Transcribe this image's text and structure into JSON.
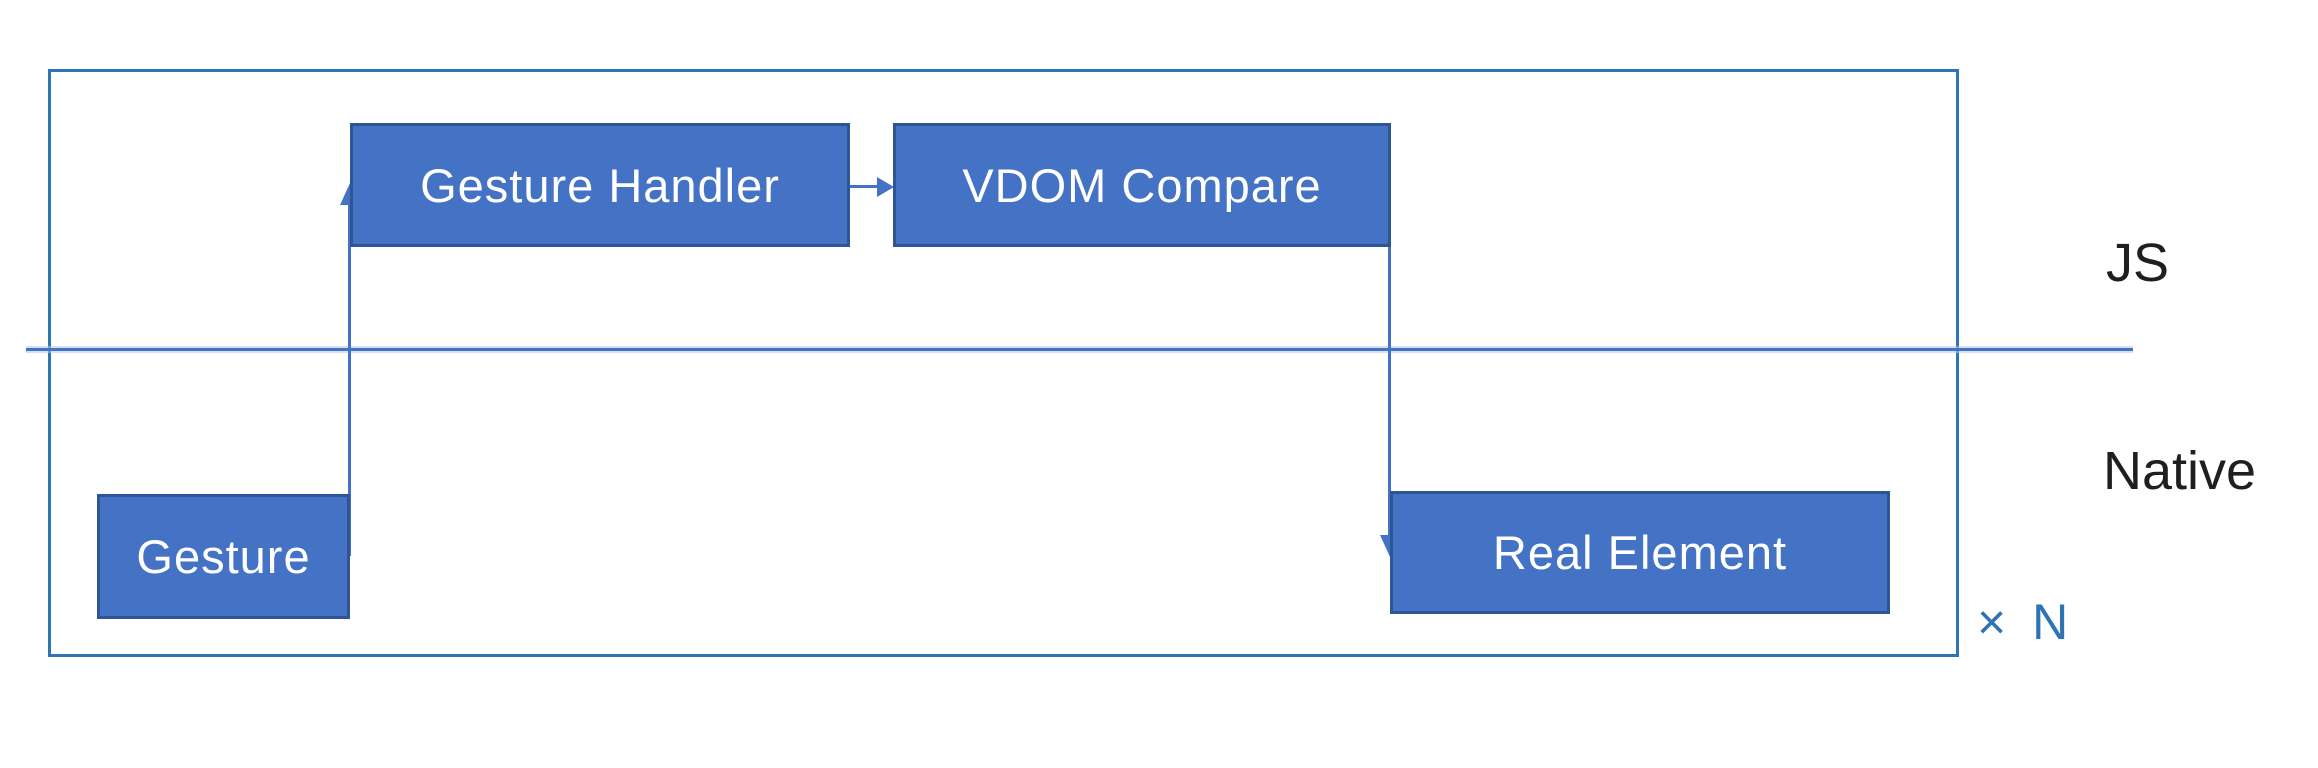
{
  "diagram": {
    "nodes": {
      "gesture_handler": {
        "label": "Gesture Handler"
      },
      "vdom_compare": {
        "label": "VDOM Compare"
      },
      "gesture": {
        "label": "Gesture"
      },
      "real_element": {
        "label": "Real Element"
      }
    },
    "regions": {
      "js": {
        "label": "JS"
      },
      "native": {
        "label": "Native"
      }
    },
    "multiplier_label": "× N",
    "connections": [
      {
        "from": "gesture",
        "to": "gesture_handler",
        "direction": "up"
      },
      {
        "from": "gesture_handler",
        "to": "vdom_compare",
        "direction": "right"
      },
      {
        "from": "vdom_compare",
        "to": "real_element",
        "direction": "down"
      }
    ]
  },
  "colors": {
    "node_fill": "#4472C4",
    "node_border": "#2F5597",
    "node_text": "#FFFFFF",
    "outer_border": "#2E75B6",
    "divider": "#4472C4",
    "connector": "#4472C4",
    "region_label": "#1F1F1F",
    "multiplier": "#2E74B5",
    "bg": "#FFFFFF"
  }
}
